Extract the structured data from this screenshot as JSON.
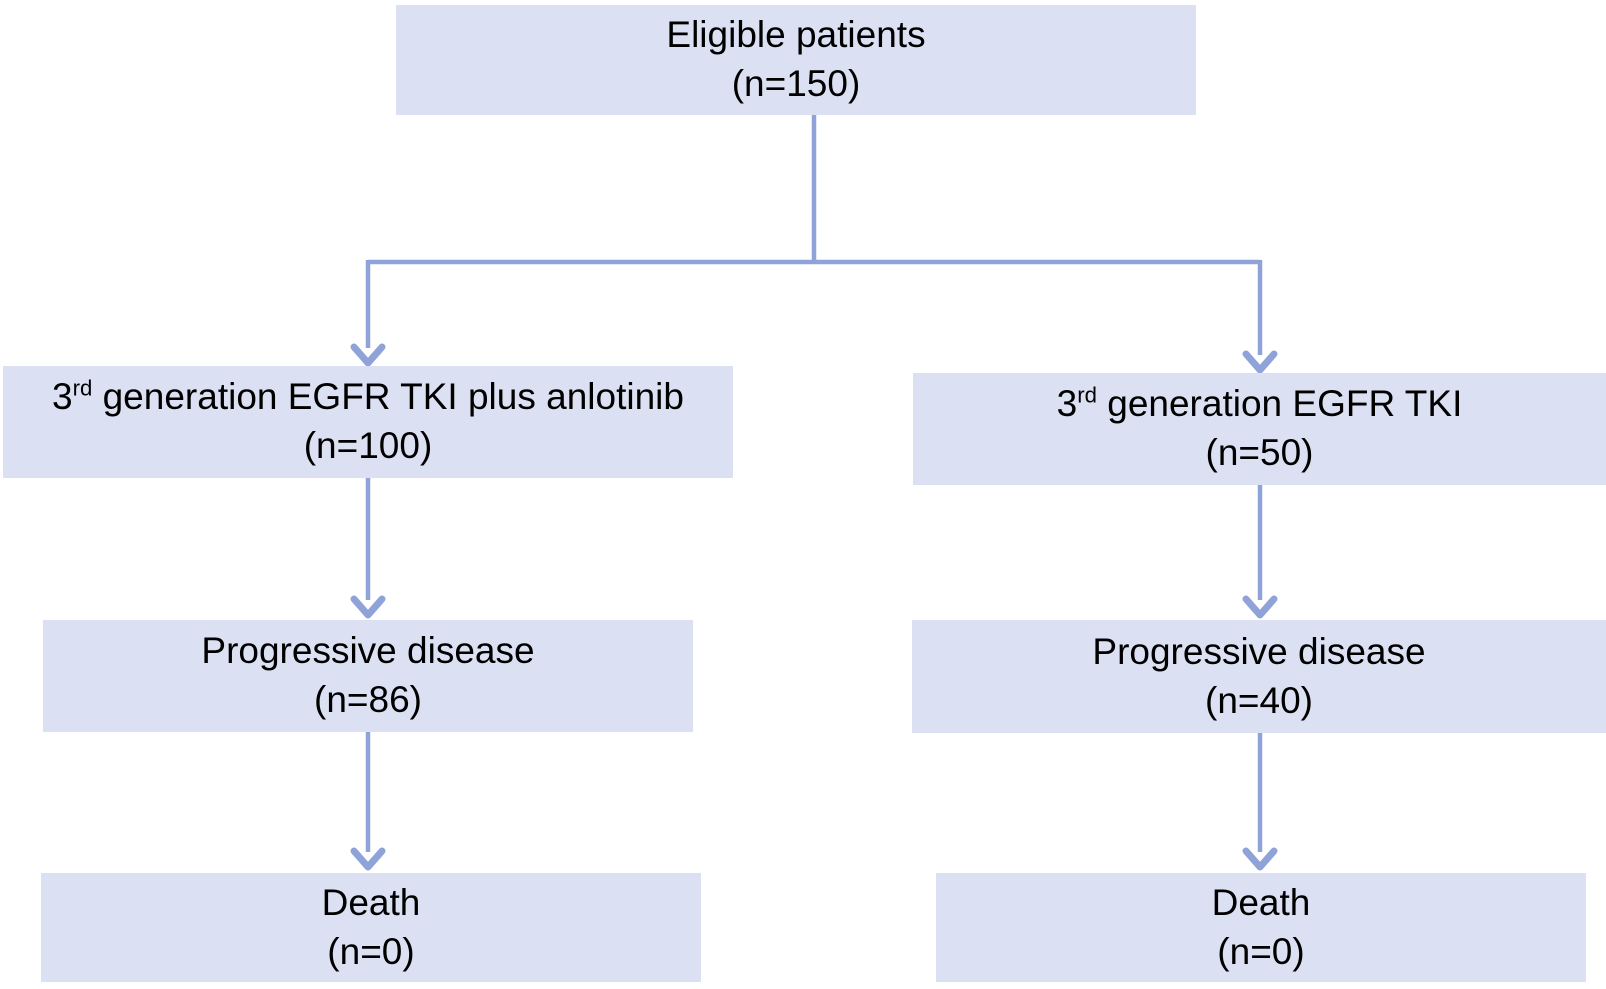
{
  "diagram": {
    "type": "patient-flow-chart",
    "colors": {
      "box_fill": "#dbe0f2",
      "arrow": "#8fa3d8",
      "text": "#000000",
      "background": "#ffffff"
    },
    "nodes": {
      "eligible": {
        "pre": "Eligible patients",
        "sup": "",
        "post": "",
        "count": "(n=150)"
      },
      "tki_anlotinib": {
        "pre": "3",
        "sup": "rd",
        "post": " generation EGFR TKI plus anlotinib",
        "count": "(n=100)"
      },
      "tki": {
        "pre": "3",
        "sup": "rd",
        "post": " generation EGFR TKI",
        "count": "(n=50)"
      },
      "pd_left": {
        "pre": "Progressive disease",
        "sup": "",
        "post": "",
        "count": "(n=86)"
      },
      "pd_right": {
        "pre": "Progressive disease",
        "sup": "",
        "post": "",
        "count": "(n=40)"
      },
      "death_left": {
        "pre": "Death",
        "sup": "",
        "post": "",
        "count": "(n=0)"
      },
      "death_right": {
        "pre": "Death",
        "sup": "",
        "post": "",
        "count": "(n=0)"
      }
    }
  }
}
